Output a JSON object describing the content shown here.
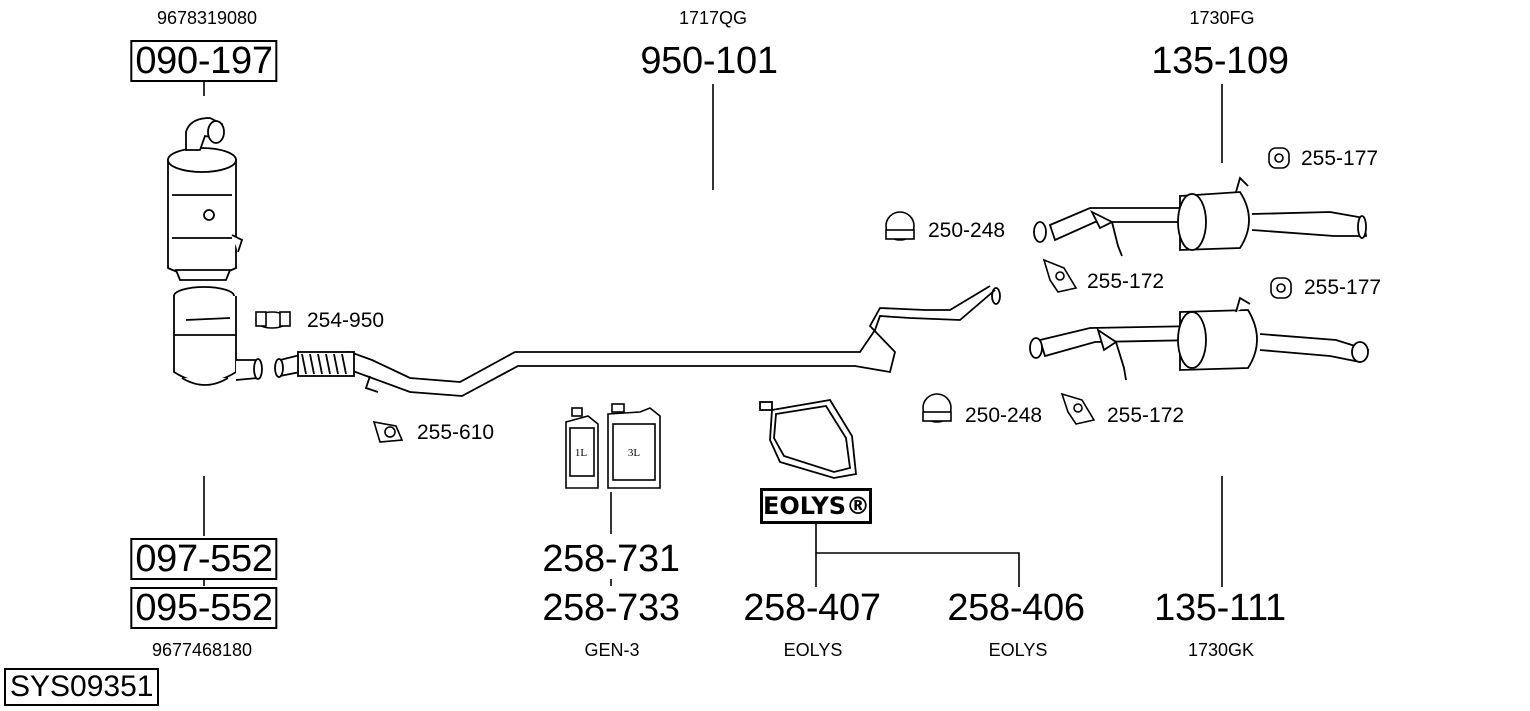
{
  "system_id": "SYS09351",
  "parts": {
    "catalyst_top": {
      "number": "090-197",
      "oem": "9678319080"
    },
    "front_pipe": {
      "number": "950-101",
      "oem": "1717QG"
    },
    "rear_silencer_1": {
      "number": "135-109",
      "oem": "1730FG"
    },
    "rear_silencer_2": {
      "number": "135-111",
      "oem": "1730GK"
    },
    "dpf_a": {
      "number": "097-552"
    },
    "dpf_b": {
      "number": "095-552",
      "oem": "9677468180"
    },
    "additive_1l": {
      "number": "258-731"
    },
    "additive_3l": {
      "number": "258-733",
      "note": "GEN-3"
    },
    "eolys_a": {
      "number": "258-407",
      "note": "EOLYS"
    },
    "eolys_b": {
      "number": "258-406",
      "note": "EOLYS"
    }
  },
  "fittings": {
    "clamp_254_950": "254-950",
    "rubber_255_610": "255-610",
    "clamp_250_248_top": "250-248",
    "clamp_250_248_bottom": "250-248",
    "rubber_255_177_top": "255-177",
    "rubber_255_177_bottom": "255-177",
    "bracket_255_172_top": "255-172",
    "bracket_255_172_bottom": "255-172"
  },
  "containers": {
    "small_label": "1L",
    "large_label": "3L"
  },
  "eolys_logo": "EOLYS®"
}
